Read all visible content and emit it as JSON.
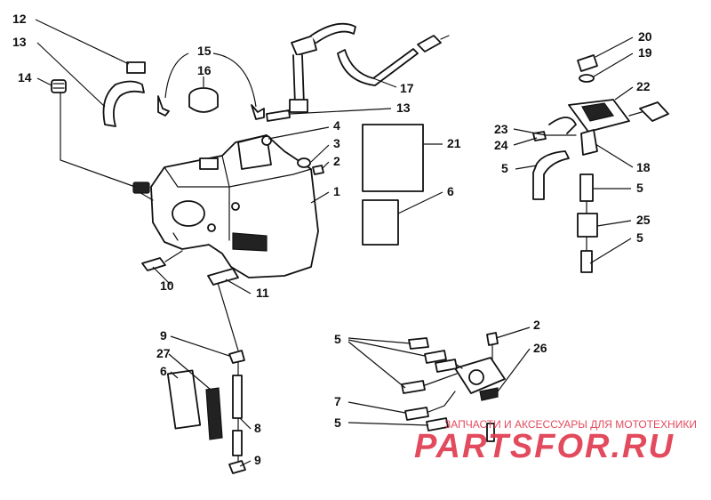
{
  "callouts": [
    "12",
    "13",
    "14",
    "15",
    "16",
    "13",
    "4",
    "3",
    "2",
    "1",
    "21",
    "6",
    "17",
    "20",
    "19",
    "22",
    "23",
    "24",
    "18",
    "5",
    "5",
    "25",
    "5",
    "10",
    "11",
    "9",
    "27",
    "6",
    "8",
    "9",
    "5",
    "2",
    "26",
    "7",
    "5"
  ],
  "watermark": {
    "tagline": "ЗАПЧАСТИ И АКСЕССУАРЫ ДЛЯ МОТОТЕХНИКИ",
    "brand": "PARTSFOR.RU",
    "color": "#e03c50"
  }
}
